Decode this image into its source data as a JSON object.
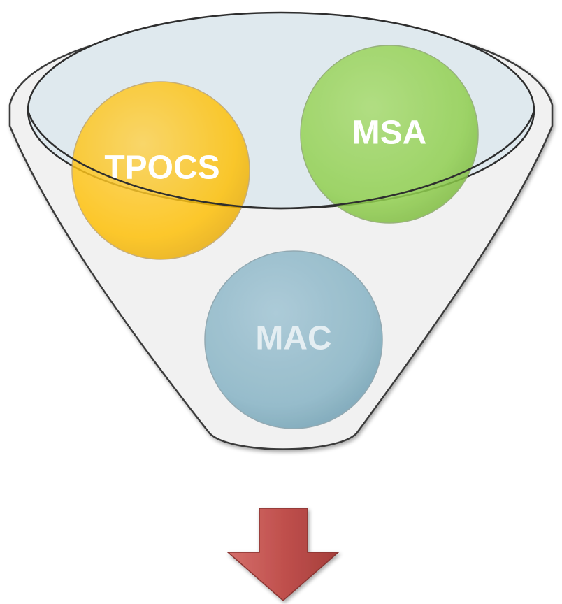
{
  "funnel": {
    "rim_fill": "#dfe9ee",
    "body_fill": "#f1f1f1",
    "outline": "#3a3a3a"
  },
  "circles": [
    {
      "id": "tpocs",
      "label": "TPOCS",
      "color": "#ffbf00",
      "label_color": "#ffffff"
    },
    {
      "id": "msa",
      "label": "MSA",
      "color": "#92d050",
      "label_color": "#ffffff"
    },
    {
      "id": "mac",
      "label": "MAC",
      "color": "#8fb8c8",
      "label_color": "#e4eef2"
    }
  ],
  "arrow": {
    "color": "#c0504d",
    "direction": "down"
  }
}
